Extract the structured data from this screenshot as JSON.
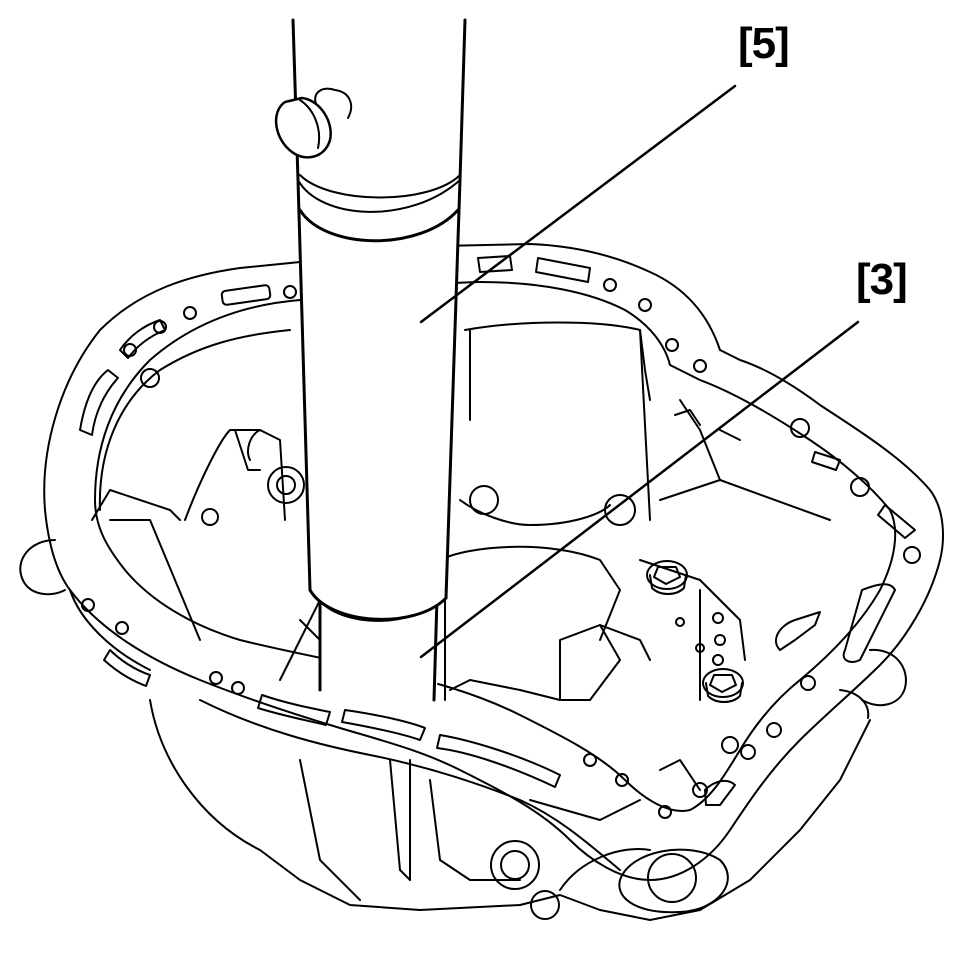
{
  "callouts": [
    {
      "id": "5",
      "label": "[5]"
    },
    {
      "id": "3",
      "label": "[3]"
    }
  ],
  "colors": {
    "line": "#000000",
    "background": "#ffffff"
  }
}
